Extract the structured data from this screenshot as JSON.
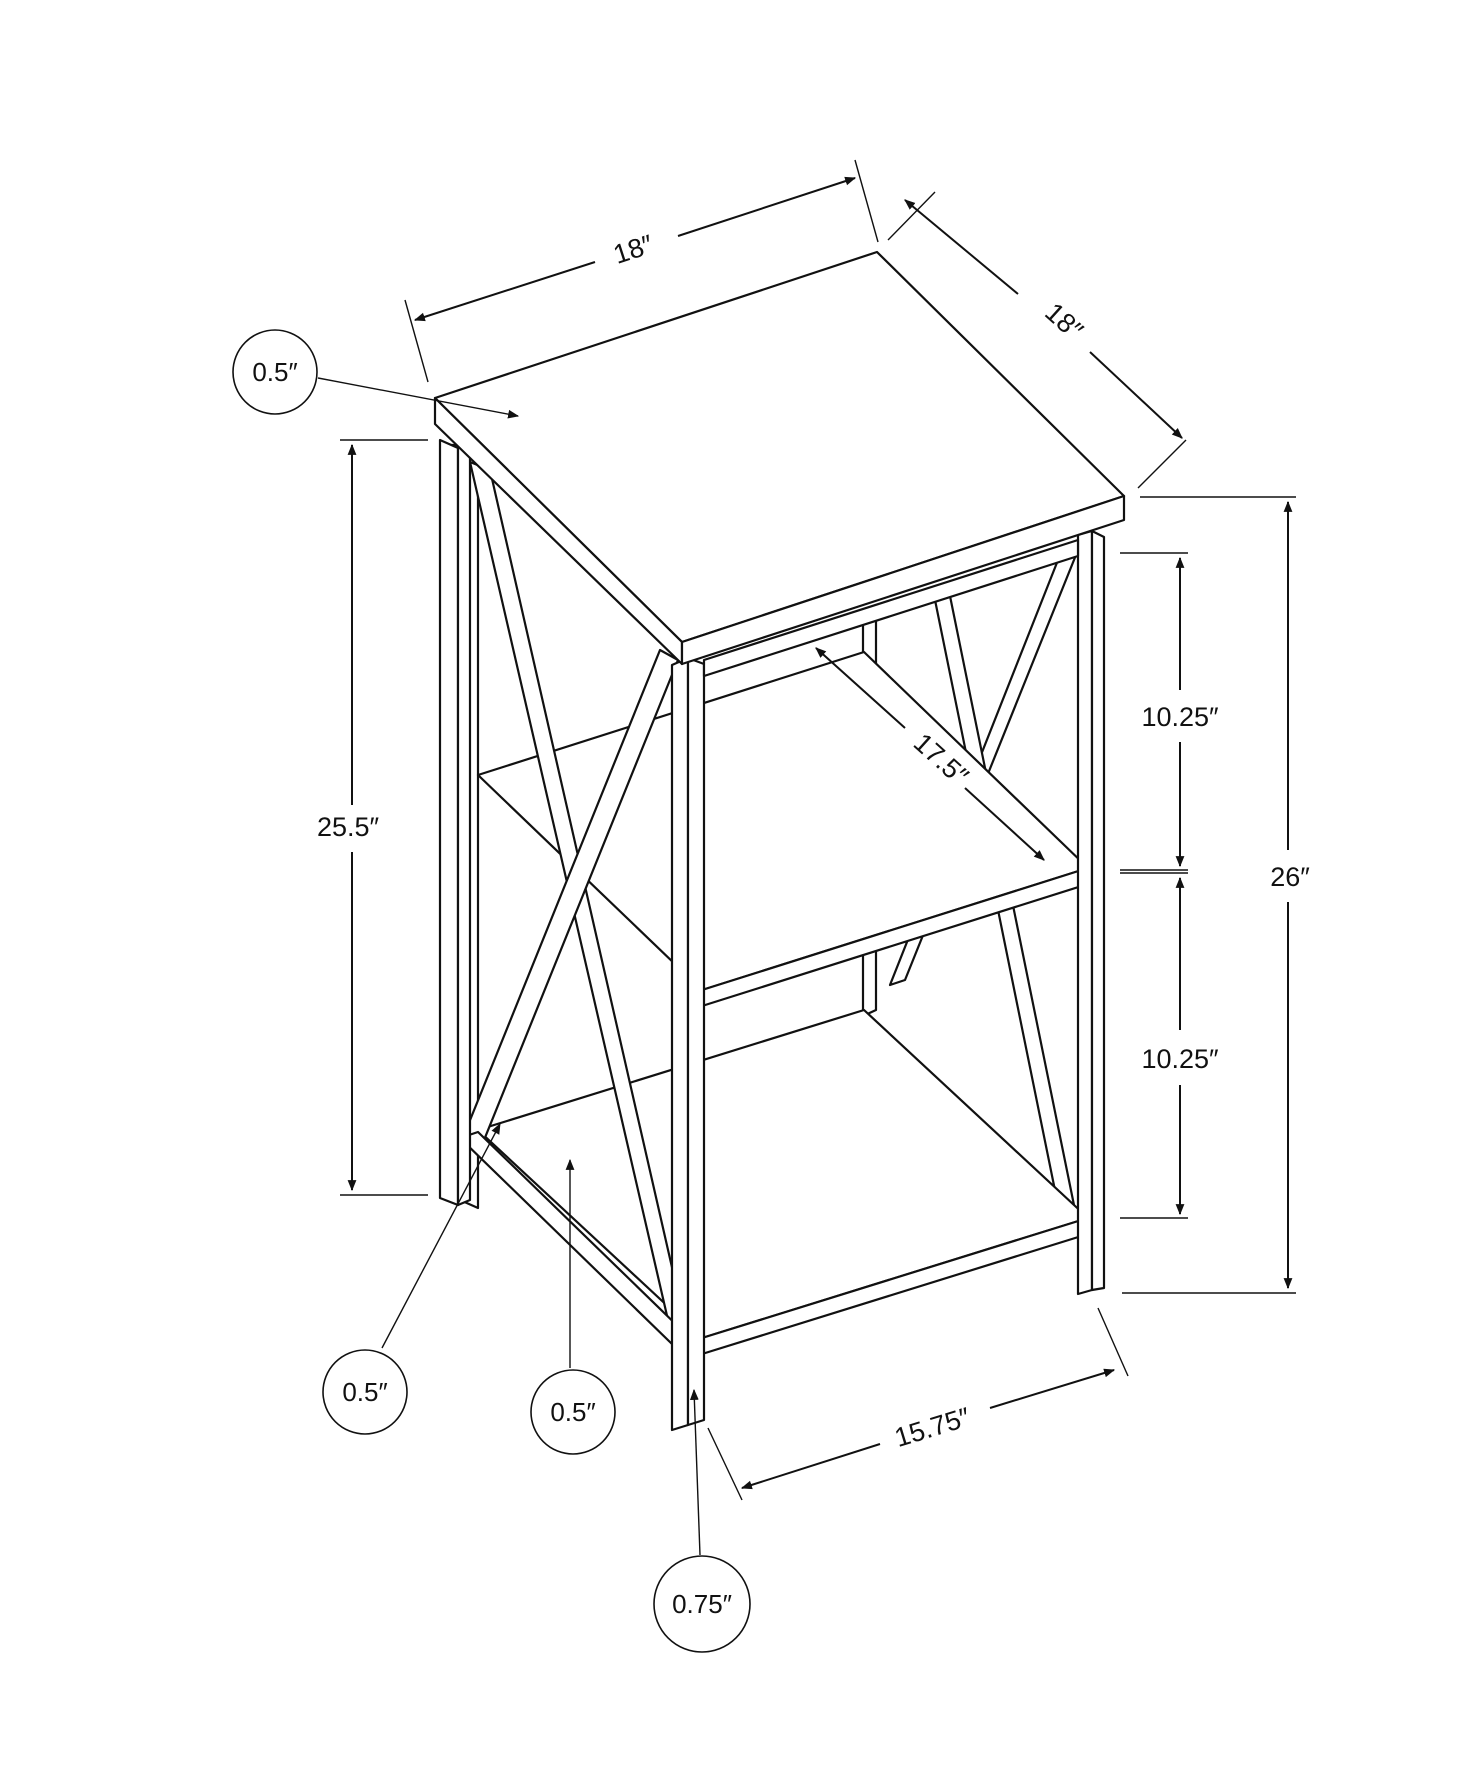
{
  "diagram": {
    "dimensions": {
      "top_width": "18″",
      "top_depth": "18″",
      "shelf_depth": "17.5″",
      "frame_height": "25.5″",
      "upper_shelf_gap": "10.25″",
      "lower_shelf_gap": "10.25″",
      "total_height": "26″",
      "base_width": "15.75″"
    },
    "callouts": {
      "top_thickness": "0.5″",
      "frame_tube": "0.5″",
      "shelf_thickness": "0.5″",
      "leg_size": "0.75″"
    },
    "colors": {
      "ink": "#111111",
      "background": "#ffffff"
    }
  }
}
